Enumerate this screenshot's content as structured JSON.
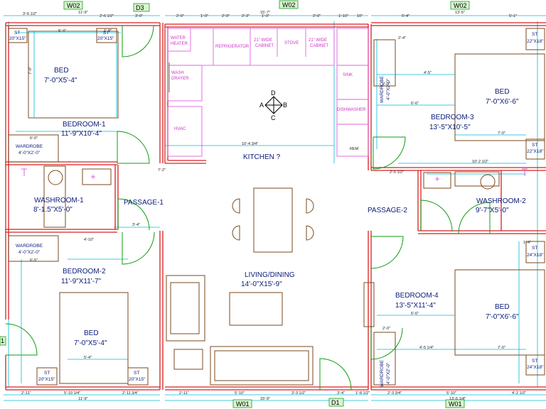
{
  "tags": {
    "w02_left": "W02",
    "d3": "D3",
    "w02_center": "W02",
    "w02_right": "W02",
    "w01_left": "W01",
    "d1": "D1",
    "w01_right": "W01",
    "side_mark": "1"
  },
  "rooms": {
    "bedroom1": {
      "name": "BEDROOM-1",
      "size": "11'-9\"X10'-4\""
    },
    "bedroom2": {
      "name": "BEDROOM-2",
      "size": "11'-9\"X11'-7\""
    },
    "bedroom3": {
      "name": "BEDROOM-3",
      "size": "13'-5\"X10'-5\""
    },
    "bedroom4": {
      "name": "BEDROOM-4",
      "size": "13'-5\"X11'-4\""
    },
    "washroom1": {
      "name": "WASHROOM-1",
      "size": "8'-1.5\"X5'-0\""
    },
    "washroom2": {
      "name": "WASHROOM-2",
      "size": "9'-7\"X5'-0\""
    },
    "kitchen": {
      "name": "KITCHEN ?"
    },
    "living": {
      "name": "LIVING/DINING",
      "size": "14'-0\"X15'-9\""
    },
    "passage1": {
      "name": "PASSAGE-1"
    },
    "passage2": {
      "name": "PASSAGE-2"
    }
  },
  "beds": {
    "bed1": {
      "name": "BED",
      "size": "7'-0\"X5'-4\""
    },
    "bed2": {
      "name": "BED",
      "size": "7'-0\"X5'-4\""
    },
    "bed3": {
      "name": "BED",
      "size": "7'-0\"X6'-6\""
    },
    "bed4": {
      "name": "BED",
      "size": "7'-0\"X6'-6\""
    }
  },
  "wardrobes": {
    "wr1": {
      "name": "WARDROBE",
      "size": "4'-0\"X2'-0\""
    },
    "wr2": {
      "name": "WARDROBE",
      "size": "4'-0\"X2'-0\""
    },
    "wr3": {
      "name": "WARDROBE",
      "size": "4'-0\"X2'-0\""
    },
    "wr4": {
      "name": "WARDROBE",
      "size": "4'-0\"X2'-0\""
    }
  },
  "side_tables": {
    "st1a": {
      "name": "ST",
      "size": "20\"X15\""
    },
    "st1b": {
      "name": "ST",
      "size": "20\"X15\""
    },
    "st2a": {
      "name": "ST",
      "size": "20\"X15\""
    },
    "st2b": {
      "name": "ST",
      "size": "20\"X15\""
    },
    "st3a": {
      "name": "ST",
      "size": "22\"X18\""
    },
    "st3b": {
      "name": "ST",
      "size": "22\"X18\""
    },
    "st4a": {
      "name": "ST",
      "size": "24\"X18\""
    },
    "st4b": {
      "name": "ST",
      "size": "24\"X18\""
    }
  },
  "kitchen_items": {
    "water_heater": [
      "WATER",
      "HEATER"
    ],
    "refrigerator": "REFRIGERATOR",
    "cabinet_a": [
      "21\" WIDE",
      "CABINET"
    ],
    "stove": "STOVE",
    "cabinet_b": [
      "21\" WIDE",
      "CABINET"
    ],
    "wash_drayer": [
      "WASH",
      "DRAYER"
    ],
    "sink": "SINK",
    "hvac": "HVAC",
    "dishwasher": "DISHWASHER",
    "rem": "REM"
  },
  "compass": {
    "n": "D",
    "w": "A",
    "e": "B",
    "s": "C"
  },
  "dims": {
    "top": [
      "3'-6 1/2\"",
      "11'-9\"",
      "2'-6 1/2\"",
      "3'-0\"",
      "2'-0\"",
      "1'-9\"",
      "2'-9\"",
      "2'-3\"",
      "1'-9\"",
      "2'-0\"",
      "1'-10\"",
      "10\"",
      "5'-4\"",
      "13'-5\"",
      "5'-1\"",
      "15'-7\""
    ],
    "bottom": [
      "2'-11\"",
      "5'-10 1/4\"",
      "2'-11 3/4\"",
      "11'-9\"",
      "2'-11\"",
      "5'-10\"",
      "3'-3 1/2\"",
      "15'-9\"",
      "3'-4\"",
      "1'-8 1/2\"",
      "2'-3 3/4\"",
      "5'-10\"",
      "4'-2 1/2\"",
      "13'-5 1/4\""
    ],
    "inner": [
      "5'-4\"",
      "1'-8\"",
      "7'-0\"",
      "6'-0\"",
      "4'-5\"",
      "2'-0\"",
      "6'-6\"",
      "7'-0\"",
      "10'-2 1/2\"",
      "2'-5 1/2\"",
      "7'-2\"",
      "10'-4 3/4\"",
      "3'-4\"",
      "4'-10\"",
      "6'-5\"",
      "5'-4\"",
      "4'-5 1/4\"",
      "7'-0\"",
      "6'-6\"",
      "2'-0\"",
      "1'-4\"",
      "2'-4\""
    ]
  },
  "colors": {
    "wall": "#d62020",
    "dimension": "#00bcd4",
    "door": "#0f9d0f",
    "furniture": "#7a4a1c",
    "kitchen": "#e060e0",
    "text": "#0a1a78",
    "tag_fill": "#d8f5d0",
    "tag_border": "#1a9e1a"
  }
}
